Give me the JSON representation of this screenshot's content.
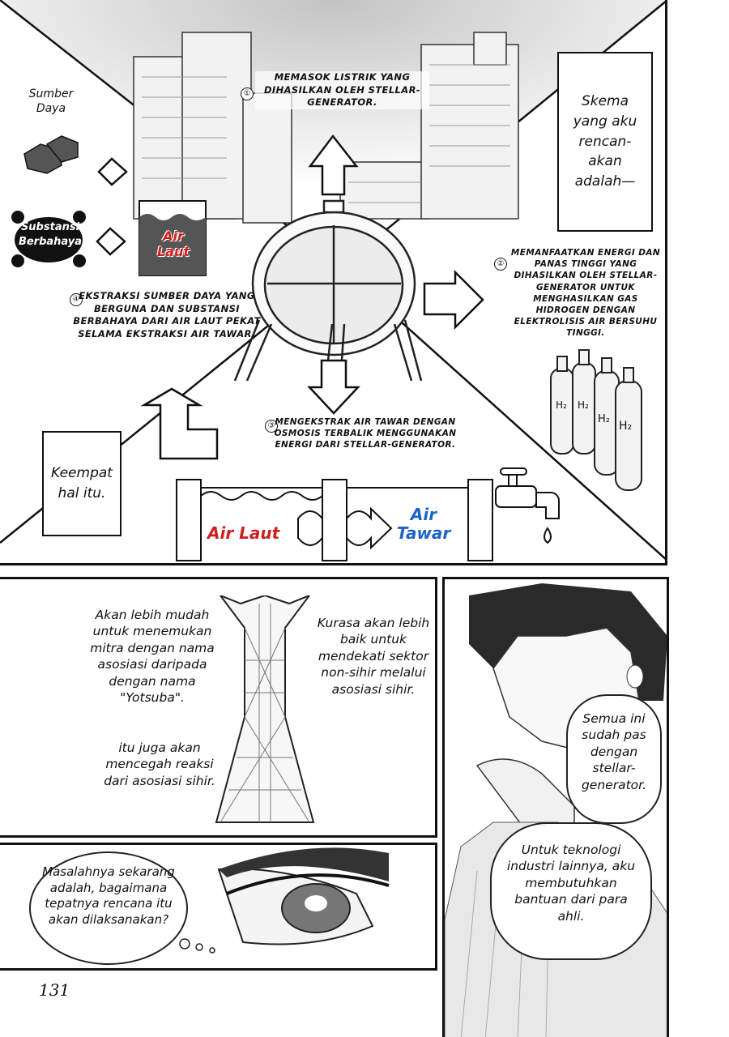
{
  "diagram": {
    "step1_num": "①",
    "step1": "MEMASOK LISTRIK YANG DIHASILKAN OLEH STELLAR-GENERATOR.",
    "step2_num": "②",
    "step2": "MEMANFAATKAN ENERGI DAN PANAS TINGGI YANG DIHASILKAN OLEH STELLAR-GENERATOR UNTUK MENGHASILKAN GAS HIDROGEN DENGAN ELEKTROLISIS AIR BERSUHU TINGGI.",
    "step3_num": "③",
    "step3": "MENGEKSTRAK AIR TAWAR DENGAN OSMOSIS TERBALIK MENGGUNAKAN ENERGI DARI STELLAR-GENERATOR.",
    "step4_num": "④",
    "step4": "EKSTRAKSI SUMBER DAYA YANG BERGUNA DAN SUBSTANSI BERBAHAYA DARI AIR LAUT PEKAT SELAMA EKSTRAKSI AIR TAWAR.",
    "resource_label": "Sumber Daya",
    "hazard_label": "Substansi Berbahaya",
    "tank_label": "Air Laut",
    "seawater_label": "Air Laut",
    "freshwater_label": "Air Tawar",
    "h2_label": "H₂",
    "narration_top": "Skema yang aku rencan-akan adalah—",
    "narration_bottom": "Keempat hal itu."
  },
  "panel2": {
    "left_top": "Akan lebih mudah untuk menemukan mitra dengan nama asosiasi daripada dengan nama \"Yotsuba\".",
    "left_bottom": "itu juga akan mencegah reaksi dari asosiasi sihir.",
    "right": "Kurasa akan lebih baik untuk mendekati sektor non-sihir melalui asosiasi sihir."
  },
  "panel3": {
    "bubble_top": "Semua ini sudah pas dengan stellar-generator.",
    "bubble_bottom": "Untuk teknologi industri lainnya, aku membutuhkan bantuan dari para ahli."
  },
  "panel4": {
    "bubble": "Masalahnya sekarang adalah, bagaimana tepatnya rencana itu akan dilaksanakan?"
  },
  "page_number": "131"
}
